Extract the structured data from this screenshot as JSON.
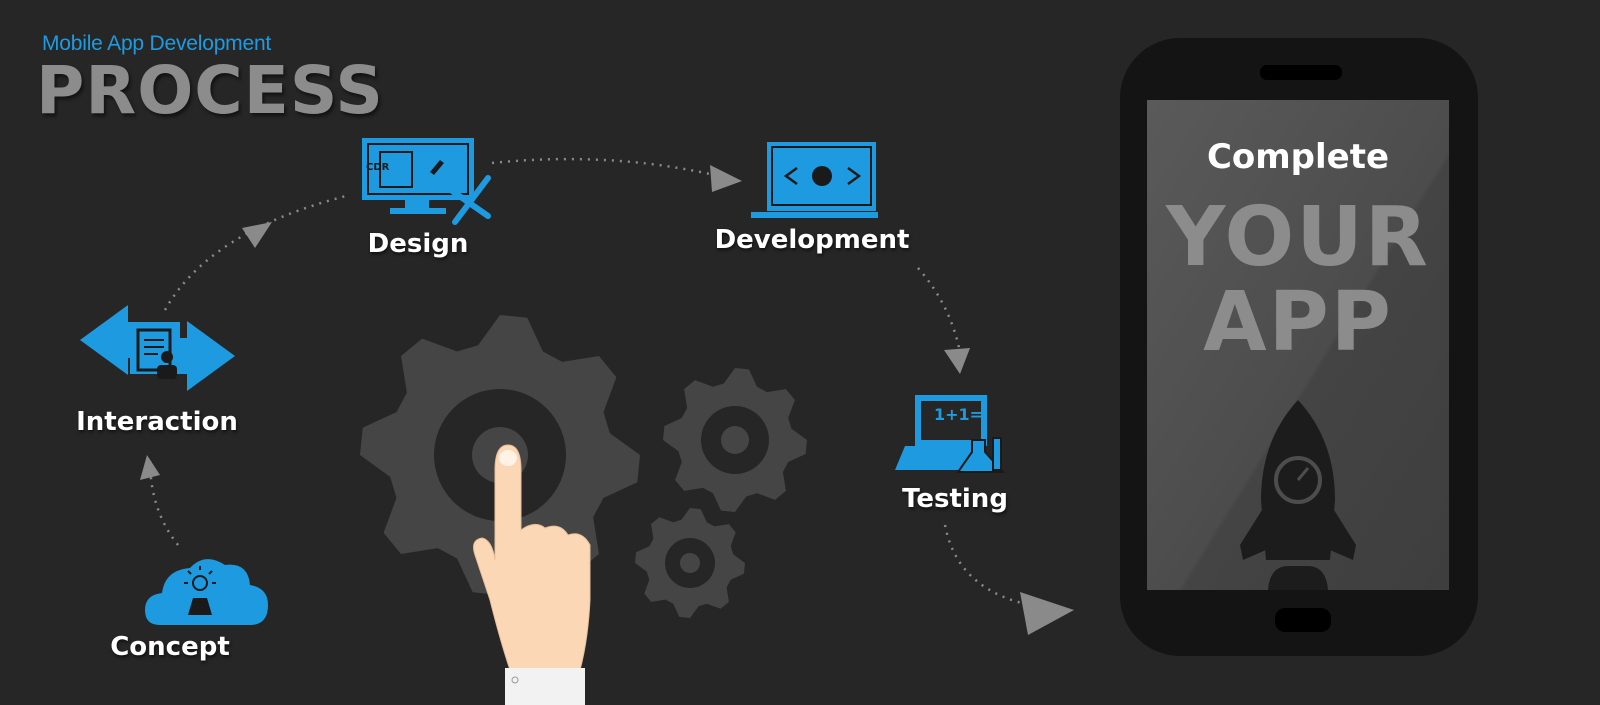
{
  "header": {
    "subtitle": "Mobile App Development",
    "title": "PROCESS"
  },
  "steps": [
    {
      "label": "Concept",
      "icon": "cloud-lightbulb-icon"
    },
    {
      "label": "Interaction",
      "icon": "arrows-document-user-icon"
    },
    {
      "label": "Design",
      "icon": "monitor-design-tools-icon",
      "icon_text": "CDR"
    },
    {
      "label": "Development",
      "icon": "laptop-code-globe-icon"
    },
    {
      "label": "Testing",
      "icon": "laptop-flask-icon",
      "icon_text": "1+1="
    }
  ],
  "phone": {
    "line1": "Complete",
    "line2": "YOUR",
    "line3": "APP",
    "icon": "rocket-icon"
  },
  "center_graphic": {
    "icons": [
      "gear-icon",
      "hand-pointer-icon"
    ]
  },
  "colors": {
    "background": "#262626",
    "accent_blue": "#1e9be0",
    "title_gray": "#8c8c8c",
    "gear_gray": "#454545",
    "phone_body": "#141414",
    "phone_screen": "#4d4d4d"
  }
}
